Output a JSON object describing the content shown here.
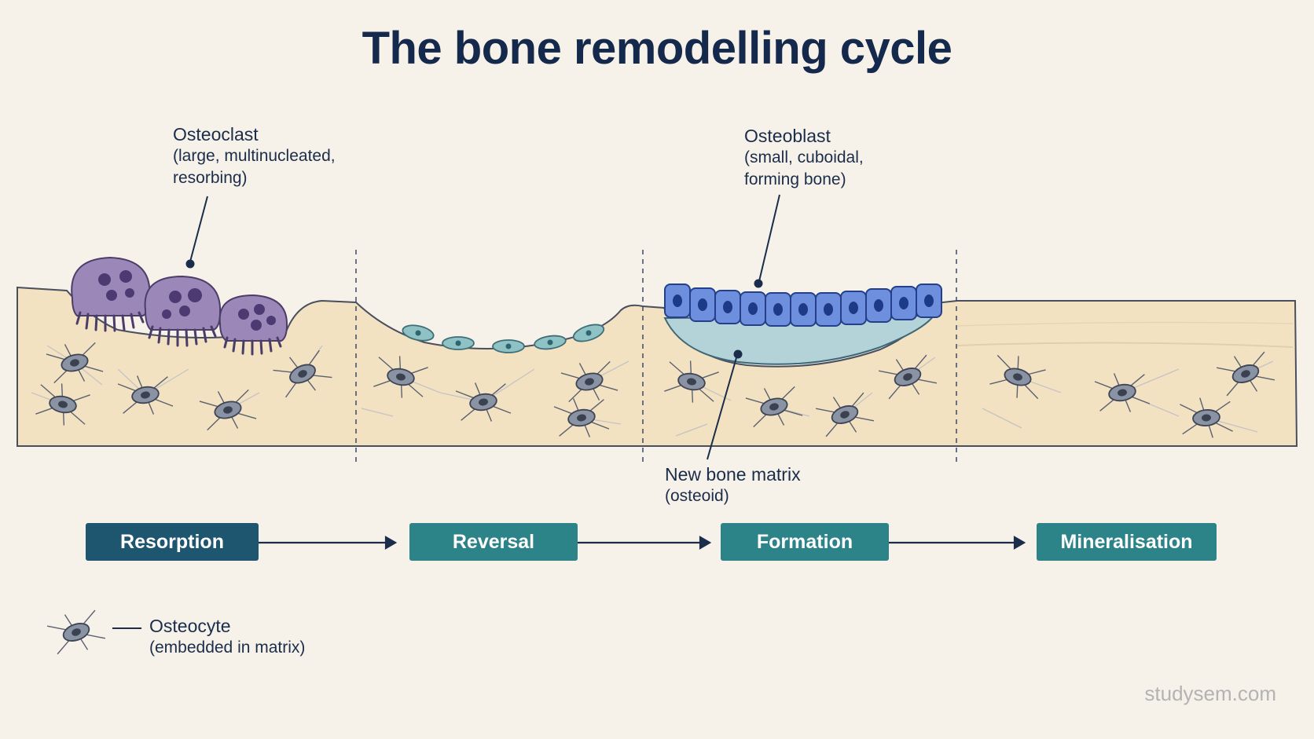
{
  "title": "The bone remodelling cycle",
  "labels": {
    "osteoclast": {
      "name": "Osteoclast",
      "desc_line1": "(large, multinucleated,",
      "desc_line2": "resorbing)"
    },
    "osteoblast": {
      "name": "Osteoblast",
      "desc_line1": "(small, cuboidal,",
      "desc_line2": "forming bone)"
    },
    "new_matrix": {
      "name": "New bone matrix",
      "desc_line1": "(osteoid)"
    },
    "osteocyte": {
      "name": "Osteocyte",
      "desc_line1": "(embedded in matrix)"
    }
  },
  "stages": [
    "Resorption",
    "Reversal",
    "Formation",
    "Mineralisation"
  ],
  "watermark": "studysem.com",
  "colors": {
    "bone": "#f3e2c2",
    "osteoclast": "#9c88b8",
    "osteoblast": "#6e8fde",
    "osteoid": "#b4d3d8",
    "reversal_cell": "#8fc2c4",
    "osteocyte": "#8a93a3",
    "stage_dark": "#1e5670",
    "stage_teal": "#2c8388"
  }
}
